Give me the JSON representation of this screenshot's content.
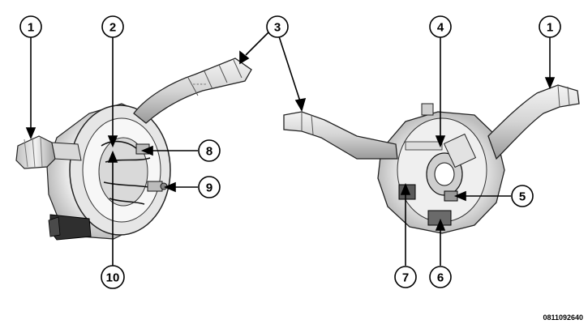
{
  "figure": {
    "code": "0811092640",
    "left_view": "left-side",
    "right_view": "right-side"
  },
  "callouts": [
    {
      "id": "c1a",
      "label": "1"
    },
    {
      "id": "c2",
      "label": "2"
    },
    {
      "id": "c3",
      "label": "3"
    },
    {
      "id": "c4",
      "label": "4"
    },
    {
      "id": "c1b",
      "label": "1"
    },
    {
      "id": "c8",
      "label": "8"
    },
    {
      "id": "c9",
      "label": "9"
    },
    {
      "id": "c5",
      "label": "5"
    },
    {
      "id": "c10",
      "label": "10"
    },
    {
      "id": "c7",
      "label": "7"
    },
    {
      "id": "c6",
      "label": "6"
    }
  ],
  "colors": {
    "ink": "#000000",
    "body_light": "#ececec",
    "body_mid": "#c8c8c8",
    "body_dark": "#3a3a3a",
    "background": "#ffffff"
  }
}
